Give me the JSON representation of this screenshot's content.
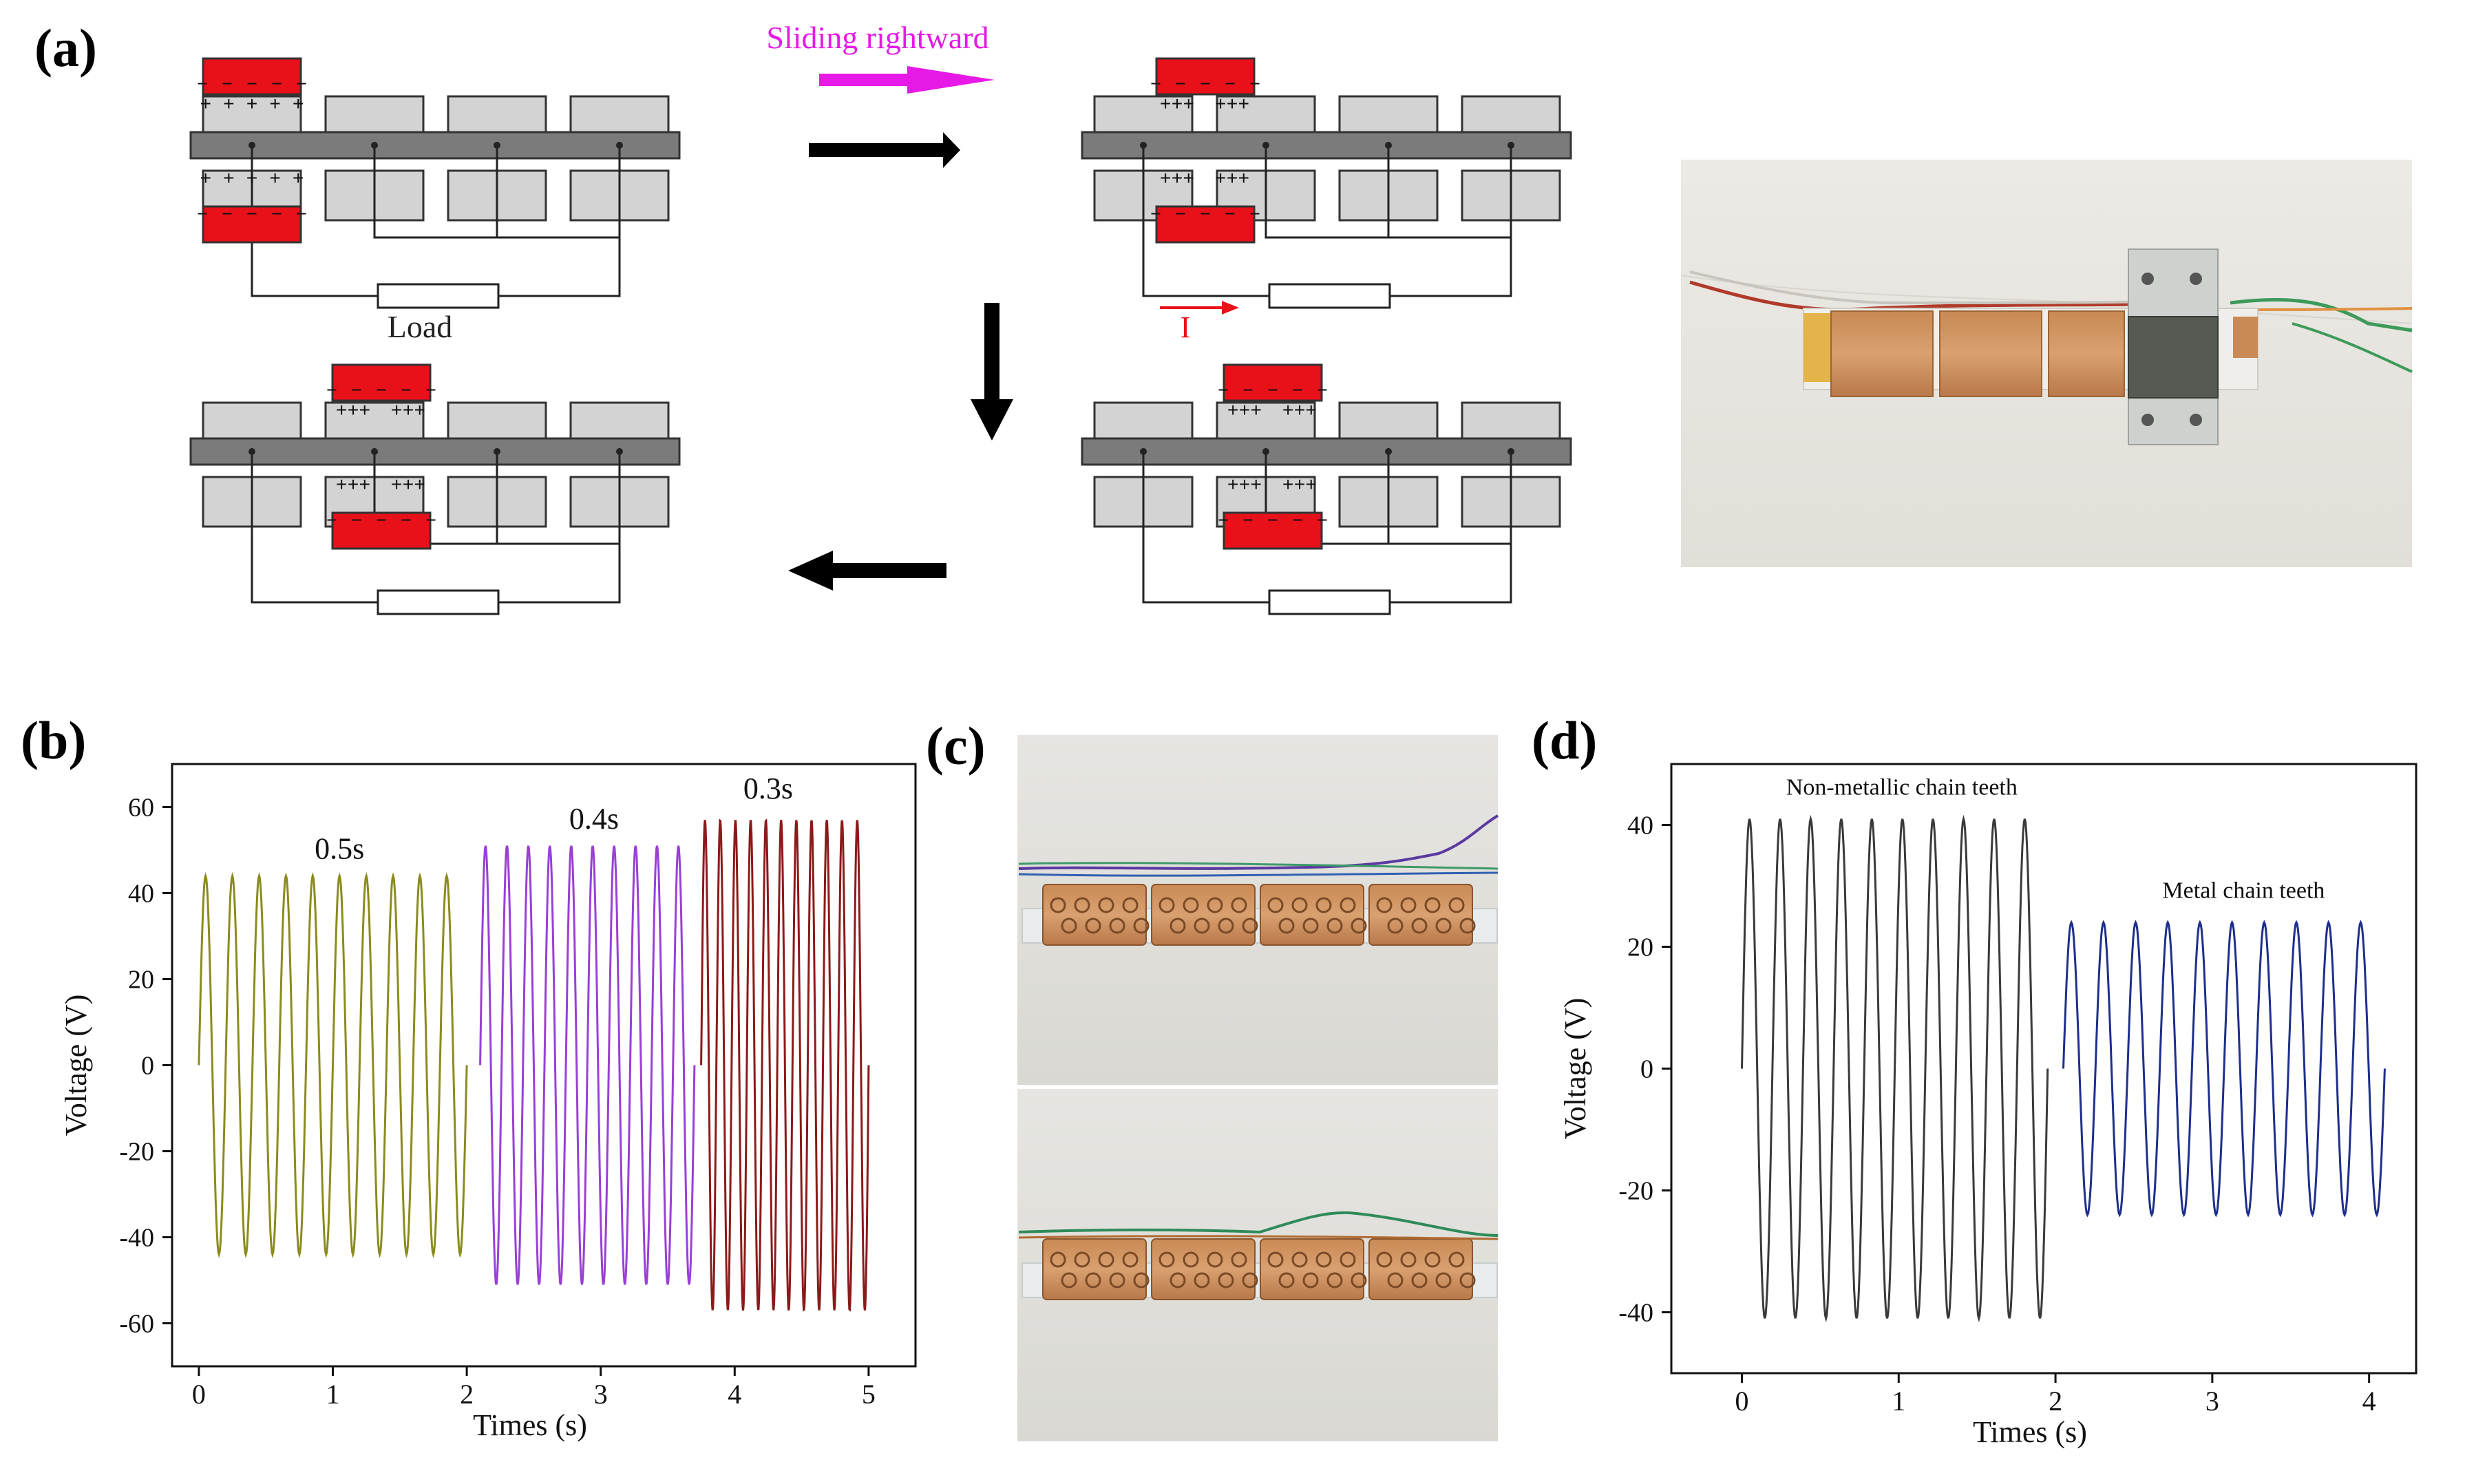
{
  "figure": {
    "panel_labels": [
      "(a)",
      "(b)",
      "(c)",
      "(d)"
    ]
  },
  "panel_a": {
    "sliding_label": "Sliding rightward",
    "load_label": "Load",
    "current_label": "I",
    "charge_neg": "– – – – –",
    "charge_pos": "+ + + + +",
    "charge_pos_short": "+++",
    "colors": {
      "slider": "#e8111a",
      "electrode": "#d3d3d3",
      "bar": "#7b7b7b",
      "sliding_text": "#e619e6",
      "current": "#e8111a"
    }
  },
  "chart_data": [
    {
      "panel": "(b)",
      "type": "line",
      "xlabel": "Times (s)",
      "ylabel": "Voltage (V)",
      "xlim": [
        -0.2,
        5.35
      ],
      "ylim": [
        -70,
        70
      ],
      "xticks": [
        0,
        1,
        2,
        3,
        4,
        5
      ],
      "yticks": [
        -60,
        -40,
        -20,
        0,
        20,
        40,
        60
      ],
      "series": [
        {
          "name": "0.5s",
          "color": "#8b8b1e",
          "t_start": 0.0,
          "t_end": 2.0,
          "amplitude": 44,
          "cycles": 10
        },
        {
          "name": "0.4s",
          "color": "#9a3fd6",
          "t_start": 2.1,
          "t_end": 3.7,
          "amplitude": 51,
          "cycles": 10
        },
        {
          "name": "0.3s",
          "color": "#8b1a1a",
          "t_start": 3.75,
          "t_end": 5.0,
          "amplitude": 57,
          "cycles": 11
        }
      ]
    },
    {
      "panel": "(d)",
      "type": "line",
      "xlabel": "Times (s)",
      "ylabel": "Voltage (V)",
      "xlim": [
        -0.45,
        4.3
      ],
      "ylim": [
        -50,
        50
      ],
      "xticks": [
        0,
        1,
        2,
        3,
        4
      ],
      "yticks": [
        -40,
        -20,
        0,
        20,
        40
      ],
      "series": [
        {
          "name": "Non-metallic chain teeth",
          "color": "#3a3a3a",
          "t_start": 0.0,
          "t_end": 1.95,
          "amplitude": 41,
          "cycles": 10
        },
        {
          "name": "Metal chain teeth",
          "color": "#1e2f8c",
          "t_start": 2.05,
          "t_end": 4.1,
          "amplitude": 24,
          "cycles": 10
        }
      ]
    }
  ]
}
